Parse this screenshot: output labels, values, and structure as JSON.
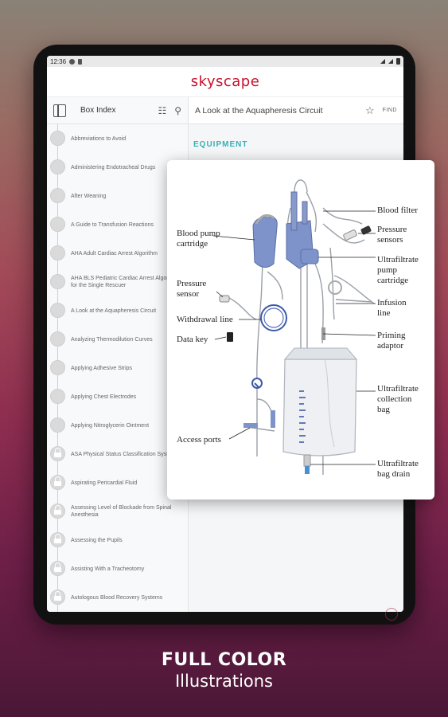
{
  "status_bar": {
    "time": "12:36"
  },
  "app": {
    "logo": "skyscape"
  },
  "toolbar": {
    "index_title": "Box Index",
    "article_title": "A Look at the Aquapheresis Circuit",
    "find_label": "FIND"
  },
  "sidebar": {
    "items": [
      {
        "label": "Abbreviations to Avoid",
        "locked": false
      },
      {
        "label": "Administering Endotracheal Drugs",
        "locked": false
      },
      {
        "label": "After Weaning",
        "locked": false
      },
      {
        "label": "A Guide to Transfusion Reactions",
        "locked": false
      },
      {
        "label": "AHA Adult Cardiac Arrest Algorithm",
        "locked": false
      },
      {
        "label": "AHA BLS Pediatric Cardiac Arrest Algorithm for the Single Rescuer",
        "locked": false
      },
      {
        "label": "A Look at the Aquapheresis Circuit",
        "locked": false
      },
      {
        "label": "Analyzing Thermodilution Curves",
        "locked": false
      },
      {
        "label": "Applying Adhesive Strips",
        "locked": false
      },
      {
        "label": "Applying Chest Electrodes",
        "locked": false
      },
      {
        "label": "Applying Nitroglycerin Ointment",
        "locked": false
      },
      {
        "label": "ASA Physical Status Classification System",
        "locked": true
      },
      {
        "label": "Aspirating Pericardial Fluid",
        "locked": true
      },
      {
        "label": "Assessing Level of Blockade from Spinal Anesthesia",
        "locked": true
      },
      {
        "label": "Assessing the Pupils",
        "locked": true
      },
      {
        "label": "Assisting With a Tracheotomy",
        "locked": true
      },
      {
        "label": "Autologous Blood Recovery Systems",
        "locked": true
      }
    ]
  },
  "main": {
    "section_heading": "EQUIPMENT"
  },
  "illustration": {
    "labels": {
      "blood_filter": "Blood filter",
      "pressure_sensors_1": "Pressure",
      "pressure_sensors_2": "sensors",
      "blood_pump_1": "Blood pump",
      "blood_pump_2": "cartridge",
      "uf_pump_1": "Ultrafiltrate",
      "uf_pump_2": "pump",
      "uf_pump_3": "cartridge",
      "pressure_sensor_1": "Pressure",
      "pressure_sensor_2": "sensor",
      "infusion_1": "Infusion",
      "infusion_2": "line",
      "withdrawal": "Withdrawal line",
      "priming_1": "Priming",
      "priming_2": "adaptor",
      "data_key": "Data key",
      "uf_bag_1": "Ultrafiltrate",
      "uf_bag_2": "collection",
      "uf_bag_3": "bag",
      "access_ports": "Access ports",
      "drain_1": "Ultrafiltrate",
      "drain_2": "bag drain"
    }
  },
  "caption": {
    "line1": "FULL COLOR",
    "line2": "Illustrations"
  },
  "colors": {
    "brand": "#c8102e",
    "accent": "#39b0b8",
    "pump_blue": "#7d93c9"
  }
}
